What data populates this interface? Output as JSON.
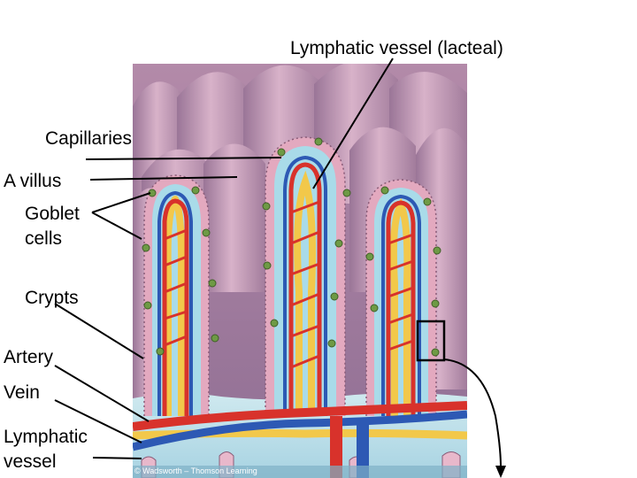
{
  "labels": {
    "lacteal": "Lymphatic vessel (lacteal)",
    "capillaries": "Capillaries",
    "villus": "A villus",
    "goblet_line1": "Goblet",
    "goblet_line2": "cells",
    "crypts": "Crypts",
    "artery": "Artery",
    "vein": "Vein",
    "lymph_line1": "Lymphatic",
    "lymph_line2": "vessel"
  },
  "credit": "© Wadsworth – Thomson Learning",
  "colors": {
    "tissue_purple": "#b889a8",
    "villus_fill": "#a9dbe9",
    "epithelium": "#e3a9bf",
    "artery_red": "#d8322b",
    "vein_blue": "#2d59b4",
    "lymph_yellow": "#f2c84a",
    "goblet_green": "#6e9a45"
  }
}
